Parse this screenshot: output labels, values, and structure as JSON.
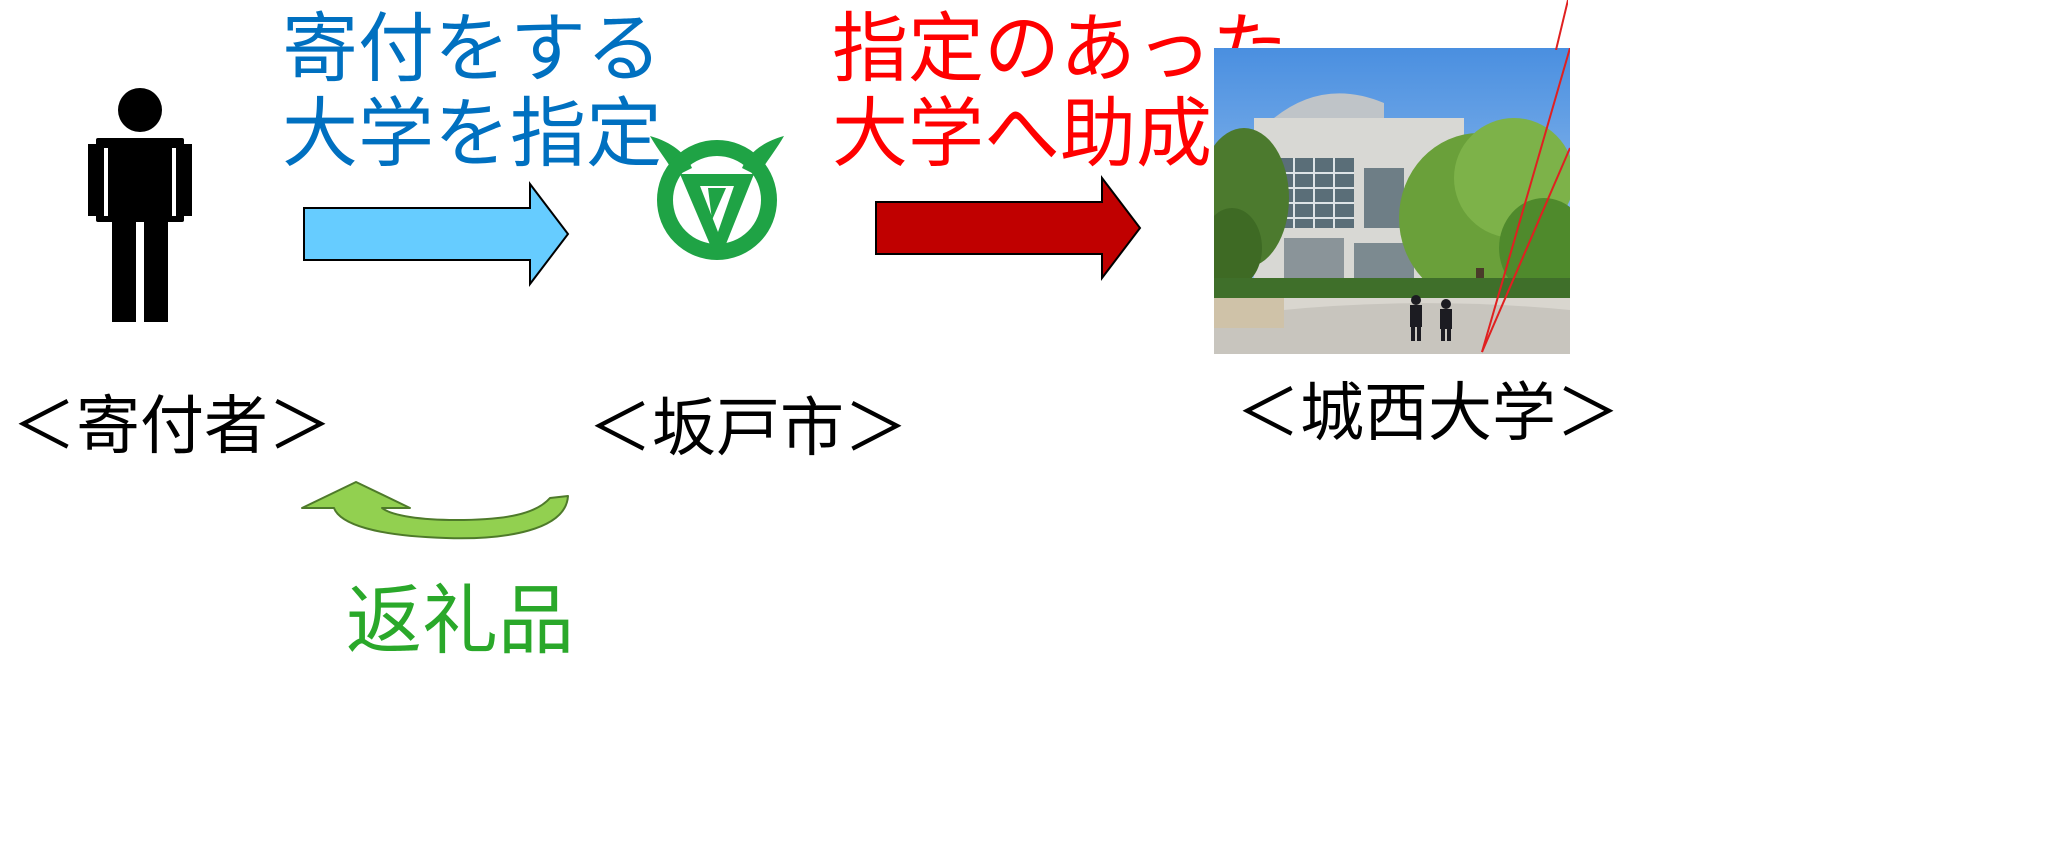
{
  "captions": {
    "designate_university": "寄付をする\n大学を指定",
    "subsidy_to_university": "指定のあった\n大学へ助成",
    "return_gift": "返礼品"
  },
  "nodes": {
    "donor": "＜寄付者＞",
    "city": "＜坂戸市＞",
    "university": "＜城西大学＞"
  },
  "colors": {
    "blue_text": "#0070C0",
    "red_text": "#FF0000",
    "green_text": "#2AA82A",
    "blue_arrow": "#66CCFF",
    "red_arrow": "#C00000",
    "green_arrow": "#92D050",
    "emblem_green": "#1FA345"
  },
  "icons": {
    "donor": "person-icon",
    "city": "city-emblem-icon",
    "university": "campus-photo"
  }
}
